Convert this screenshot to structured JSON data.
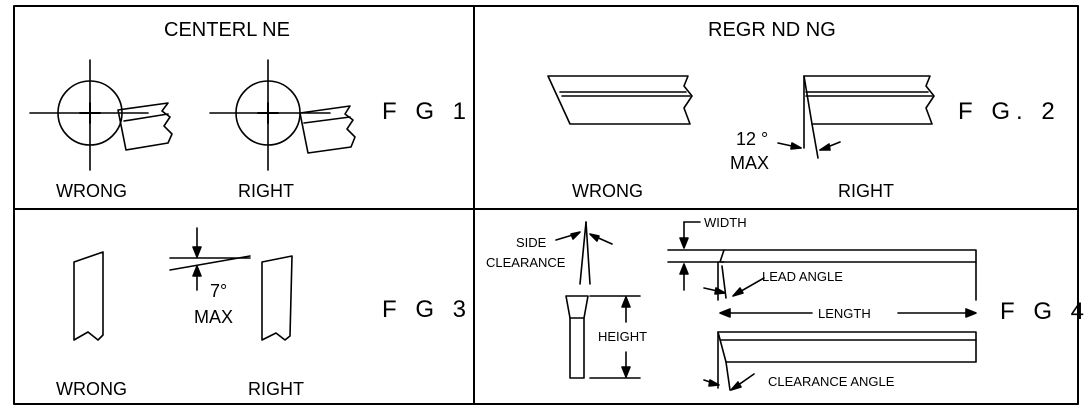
{
  "panels": {
    "centerline": {
      "title": "CENTERL NE",
      "wrong": "WRONG",
      "right": "RIGHT",
      "fig": "F G  1"
    },
    "regrinding": {
      "title": "REGR ND NG",
      "wrong": "WRONG",
      "right": "RIGHT",
      "angle": "12 °",
      "max": "MAX",
      "fig": "F G.  2"
    },
    "fig3": {
      "wrong": "WRONG",
      "right": "RIGHT",
      "angle": "7°",
      "max": "MAX",
      "fig": "F G  3"
    },
    "fig4": {
      "side_clearance_1": "SIDE",
      "side_clearance_2": "CLEARANCE",
      "width": "WIDTH",
      "lead_angle": "LEAD ANGLE",
      "length": "LENGTH",
      "height": "HEIGHT",
      "clearance_angle": "CLEARANCE ANGLE",
      "fig": "F G  4"
    }
  }
}
